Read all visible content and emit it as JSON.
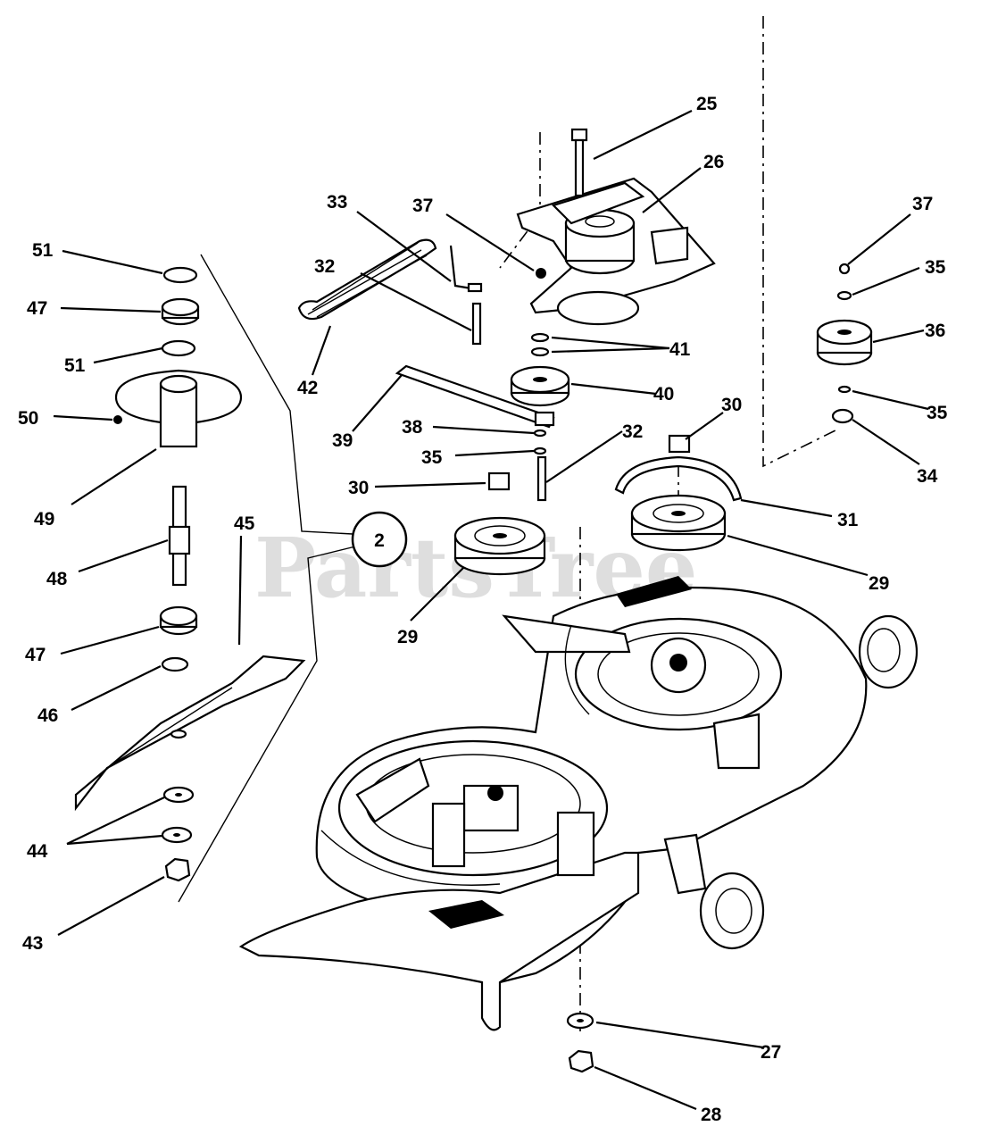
{
  "watermark": "PartsTree",
  "reference_circle": "2",
  "callouts": [
    {
      "id": "c25",
      "text": "25"
    },
    {
      "id": "c26",
      "text": "26"
    },
    {
      "id": "c27",
      "text": "27"
    },
    {
      "id": "c28",
      "text": "28"
    },
    {
      "id": "c29a",
      "text": "29"
    },
    {
      "id": "c29b",
      "text": "29"
    },
    {
      "id": "c30a",
      "text": "30"
    },
    {
      "id": "c30b",
      "text": "30"
    },
    {
      "id": "c31",
      "text": "31"
    },
    {
      "id": "c32a",
      "text": "32"
    },
    {
      "id": "c32b",
      "text": "32"
    },
    {
      "id": "c33",
      "text": "33"
    },
    {
      "id": "c34",
      "text": "34"
    },
    {
      "id": "c35a",
      "text": "35"
    },
    {
      "id": "c35b",
      "text": "35"
    },
    {
      "id": "c35c",
      "text": "35"
    },
    {
      "id": "c36",
      "text": "36"
    },
    {
      "id": "c37a",
      "text": "37"
    },
    {
      "id": "c37b",
      "text": "37"
    },
    {
      "id": "c38",
      "text": "38"
    },
    {
      "id": "c39",
      "text": "39"
    },
    {
      "id": "c40",
      "text": "40"
    },
    {
      "id": "c41",
      "text": "41"
    },
    {
      "id": "c42",
      "text": "42"
    },
    {
      "id": "c43",
      "text": "43"
    },
    {
      "id": "c44",
      "text": "44"
    },
    {
      "id": "c45",
      "text": "45"
    },
    {
      "id": "c46",
      "text": "46"
    },
    {
      "id": "c47a",
      "text": "47"
    },
    {
      "id": "c47b",
      "text": "47"
    },
    {
      "id": "c48",
      "text": "48"
    },
    {
      "id": "c49",
      "text": "49"
    },
    {
      "id": "c50",
      "text": "50"
    },
    {
      "id": "c51a",
      "text": "51"
    },
    {
      "id": "c51b",
      "text": "51"
    }
  ]
}
